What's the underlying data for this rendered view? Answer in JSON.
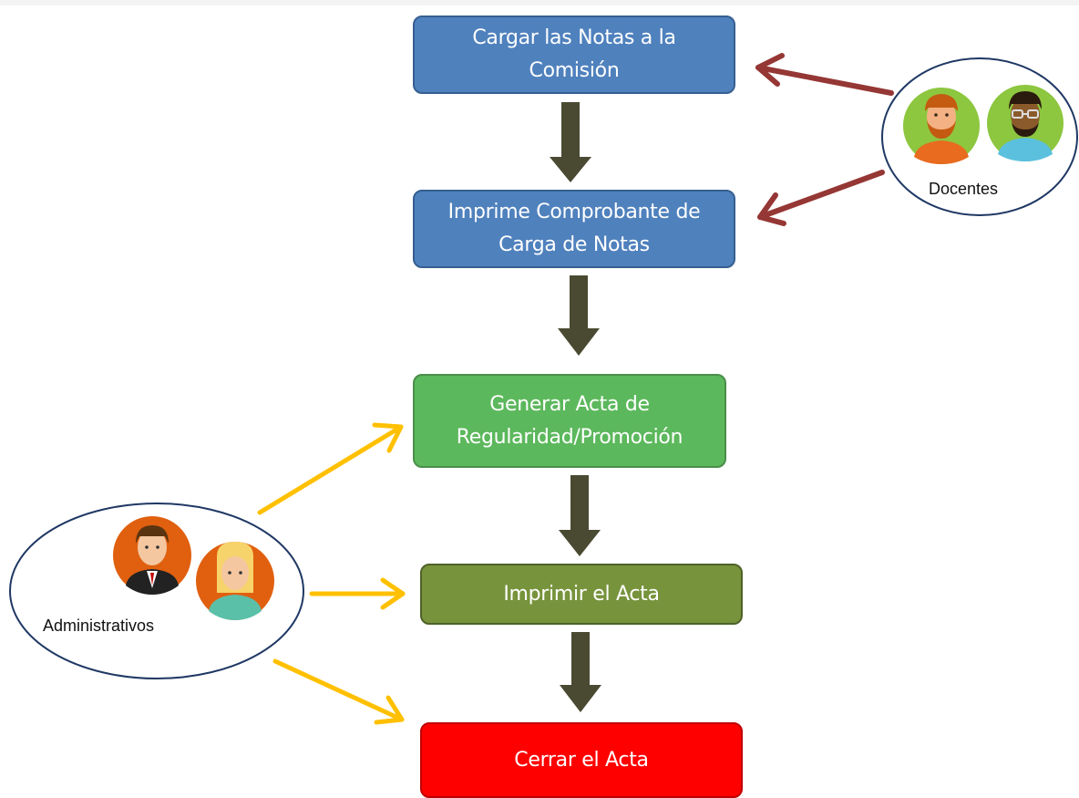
{
  "steps": [
    {
      "label": "Cargar las Notas a la\nComisión",
      "color": "#4f81bd"
    },
    {
      "label": "Imprime Comprobante de\nCarga de Notas",
      "color": "#4f81bd"
    },
    {
      "label": "Generar Acta de\nRegularidad/Promoción",
      "color": "#5cb85c"
    },
    {
      "label": "Imprimir el Acta",
      "color": "#77933c"
    },
    {
      "label": "Cerrar el Acta",
      "color": "#ff0000"
    }
  ],
  "actors": {
    "docentes": {
      "label": "Docentes",
      "arrow_color": "#953735"
    },
    "administrativos": {
      "label": "Administrativos",
      "arrow_color": "#ffc000"
    }
  },
  "flow_arrow_color": "#4a4a32"
}
